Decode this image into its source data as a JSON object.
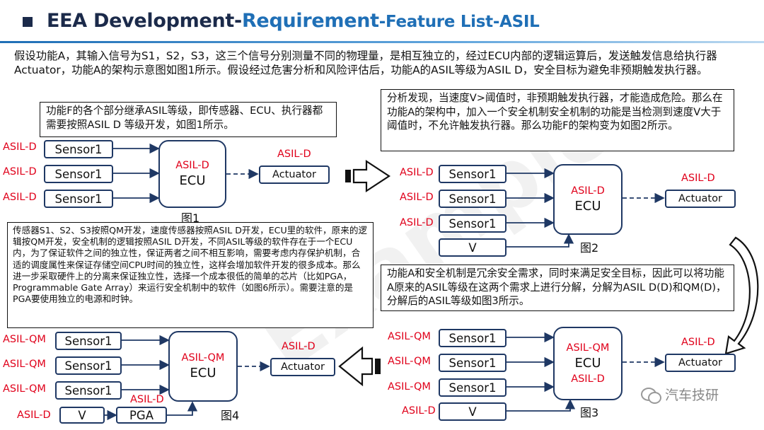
{
  "header": {
    "title_part1": "EEA Development-",
    "title_part2": "Requirement",
    "title_part3": "-Feature List-ASIL"
  },
  "intro": "假设功能A，其输入信号为S1，S2，S3，这三个信号分别测量不同的物理量，是相互独立的，经过ECU内部的逻辑运算后，发送触发信息给执行器Actuator，功能A的架构示意图如图1所示。假设经过危害分析和风险评估后，功能A的ASIL等级为ASIL D，安全目标为避免非预期触发执行器。",
  "notes": {
    "fig1_note": "功能F的各个部分继承ASIL等级，即传感器、ECU、执行器都需要按照ASIL D 等级开发，如图1所示。",
    "fig2_note": "分析发现，当速度V>阈值时，非预期触发执行器，才能造成危险。那么在功能A的架构中，加入一个安全机制安全机制的功能是当检测到速度V大于阈值时，不允许触发执行器。那么功能F的架构变为如图2所示。",
    "fig3_note": "功能A和安全机制是冗余安全需求，同时来满足安全目标，因此可以将功能A原来的ASIL等级在这两个需求上进行分解，分解为ASIL D(D)和QM(D)，分解后的ASIL等级如图3所示。",
    "fig4_note": "传感器S1、S2、S3按照QM开发，速度传感器按照ASIL D开发，ECU里的软件，原来的逻辑按QM开发，安全机制的逻辑按照ASIL D开发，不同ASIL等级的软件存在于一个ECU内，为了保证软件之间的独立性，保证两者之间不相互影响，需要考虑内存保护机制，合适的调度属性来保证存储空间CPU时间的独立性，这样会增加软件开发的很多成本。那么进一步采取硬件上的分离来保证独立性，选择一个成本很低的简单的芯片（比如PGA，Programmable Gate Array）来运行安全机制中的软件（如图6所示）。需要注意的是PGA要使用独立的电源和时钟。"
  },
  "fig1": {
    "caption": "图1",
    "sensor_asil": [
      "ASIL-D",
      "ASIL-D",
      "ASIL-D"
    ],
    "sensors": [
      "Sensor1",
      "Sensor1",
      "Sensor1"
    ],
    "ecu_asil": "ASIL-D",
    "ecu": "ECU",
    "actuator_asil": "ASIL-D",
    "actuator": "Actuator"
  },
  "fig2": {
    "caption": "图2",
    "sensor_asil": [
      "ASIL-D",
      "ASIL-D",
      "ASIL-D"
    ],
    "sensors": [
      "Sensor1",
      "Sensor1",
      "Sensor1",
      "V"
    ],
    "ecu_asil": "ASIL-D",
    "ecu": "ECU",
    "actuator_asil": "ASIL-D",
    "actuator": "Actuator"
  },
  "fig3": {
    "caption": "图3",
    "sensor_asil": [
      "ASIL-QM",
      "ASIL-QM",
      "ASIL-QM",
      "ASIL-D"
    ],
    "sensors": [
      "Sensor1",
      "Sensor1",
      "Sensor1",
      "V"
    ],
    "ecu_asil_top": "ASIL-QM",
    "ecu": "ECU",
    "ecu_asil_bottom": "ASIL-D",
    "actuator_asil": "ASIL-D",
    "actuator": "Actuator"
  },
  "fig4": {
    "caption": "图4",
    "sensor_asil": [
      "ASIL-QM",
      "ASIL-QM",
      "ASIL-QM",
      "ASIL-D"
    ],
    "sensors": [
      "Sensor1",
      "Sensor1",
      "Sensor1",
      "V"
    ],
    "pga": "PGA",
    "pga_asil": "ASIL-D",
    "ecu_asil": "ASIL-QM",
    "ecu": "ECU",
    "actuator_asil": "ASIL-D",
    "actuator": "Actuator"
  },
  "watermark": "Example",
  "brand": "汽车技研",
  "colors": {
    "title_dark": "#1b2a4a",
    "title_blue": "#1f6fb6",
    "asil_red": "#e0001a",
    "box_border": "#1f3864"
  }
}
